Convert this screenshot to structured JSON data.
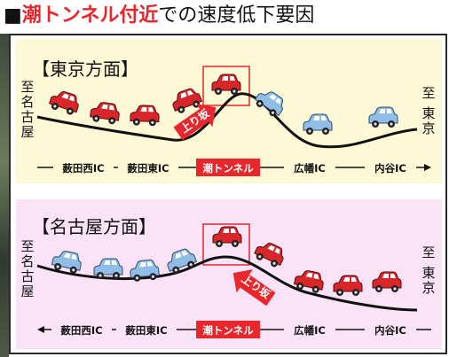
{
  "title": {
    "highlight": "潮トンネル付近",
    "rest": "での速度低下要因"
  },
  "top": {
    "heading": "【東京方面】",
    "left_dest": [
      "至",
      "名",
      "古",
      "屋"
    ],
    "right_dest": [
      "至",
      "東",
      "京"
    ],
    "uphill": "上り坂",
    "road": [
      "薮田西IC",
      "薮田東IC",
      "潮トンネル",
      "広幡IC",
      "内谷IC"
    ]
  },
  "bottom": {
    "heading": "【名古屋方面】",
    "left_dest": [
      "至",
      "名",
      "古",
      "屋"
    ],
    "right_dest": [
      "至",
      "東",
      "京"
    ],
    "uphill": "上り坂",
    "road": [
      "薮田西IC",
      "薮田東IC",
      "潮トンネル",
      "広幡IC",
      "内谷IC"
    ]
  },
  "colors": {
    "accent": "#e8262b",
    "slow_car": "#d9262b",
    "fast_car": "#8fbde6",
    "tunnel": "#e8262b"
  }
}
